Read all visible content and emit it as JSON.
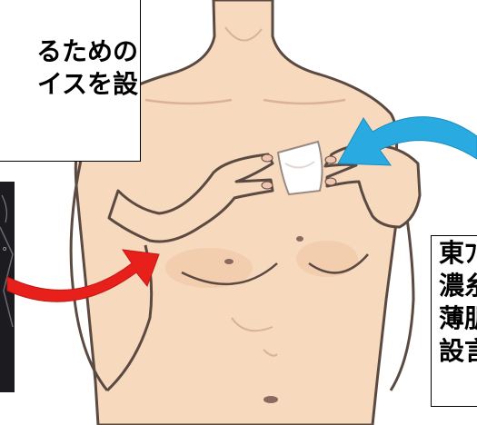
{
  "callouts": {
    "top_left": {
      "lines": [
        "るための",
        "イスを設"
      ]
    },
    "right": {
      "lines": [
        "東ﾌ",
        "濃糸",
        "薄肌",
        "設言"
      ]
    }
  },
  "illustration": {
    "subject": "bare upper torso with fingers pressing a small white patch to the chest",
    "arrow_colors": {
      "blue": "#29abe2",
      "red": "#e8201c"
    },
    "skin_color": "#f7d9be",
    "outline_color": "#5a4a42"
  },
  "inset_image": {
    "description": "dark device photo at left edge",
    "background": "#1c1c20"
  }
}
